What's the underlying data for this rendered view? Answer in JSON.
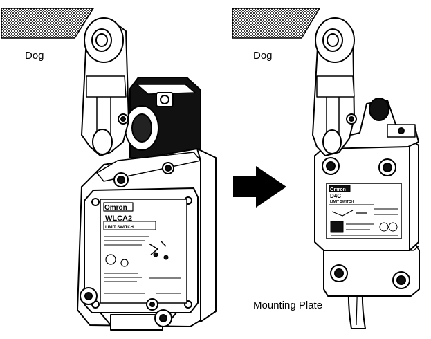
{
  "labels": {
    "dog_left": "Dog",
    "dog_right": "Dog",
    "mounting_plate": "Mounting Plate"
  },
  "left_switch": {
    "brand": "Omron",
    "model": "WLCA2",
    "subtitle": "LIMIT SWITCH"
  },
  "right_switch": {
    "brand": "Omron",
    "model": "D4C",
    "subtitle": "LIMIT SWITCH"
  },
  "colors": {
    "ink": "#000000",
    "paper": "#ffffff",
    "dog_hatch": "#000000"
  },
  "icons": {
    "arrow": "right-arrow-icon"
  }
}
